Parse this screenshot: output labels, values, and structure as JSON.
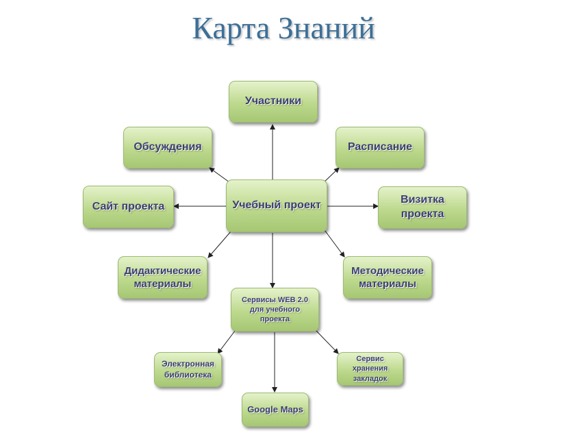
{
  "title": "Карта Знаний",
  "nodes": {
    "center": "Учебный проект",
    "participants": "Участники",
    "discussions": "Обсуждения",
    "schedule": "Расписание",
    "project_site": "Сайт проекта",
    "business_card": "Визитка проекта",
    "didactic_materials": "Дидактические материалы",
    "methodical_materials": "Методические материалы",
    "web_services": "Сервисы WEB 2.0 для учебного проекта",
    "e_library": "Электронная библиотека",
    "bookmark_service": "Сервис хранения закладок",
    "google_maps": "Google Maps"
  },
  "colors": {
    "title": "#3d6f97",
    "node_fill": "#bdd98d",
    "node_text": "#3b3f6e",
    "arrow": "#222222"
  }
}
